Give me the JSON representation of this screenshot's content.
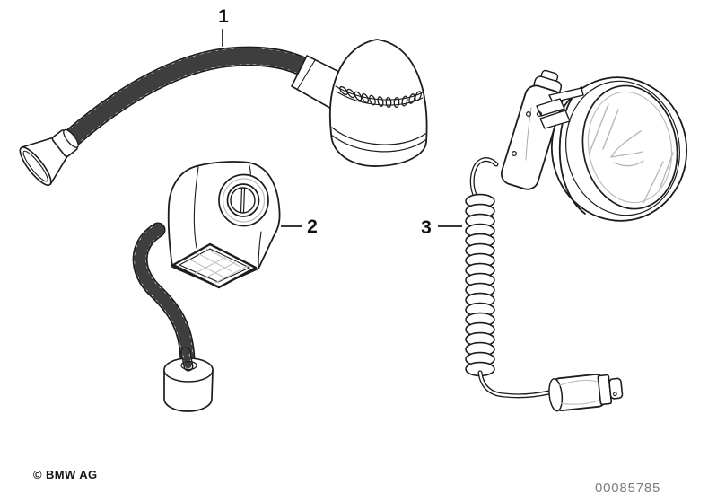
{
  "callouts": [
    {
      "id": "1",
      "label": "1"
    },
    {
      "id": "2",
      "label": "2"
    },
    {
      "id": "3",
      "label": "3"
    }
  ],
  "footer": {
    "copyright": "© BMW AG",
    "doc_number": "00085785"
  },
  "parts": [
    {
      "callout": "1",
      "icon": "flexible-gooseneck-reading-lamp-icon"
    },
    {
      "callout": "2",
      "icon": "socket-plug-in-lamp-icon"
    },
    {
      "callout": "3",
      "icon": "hand-spotlight-coiled-cable-icon"
    }
  ],
  "colors": {
    "background": "#ffffff",
    "line": "#1c1c1c",
    "muted_line": "#bdbdbd",
    "doc_number_text": "#7d7d7d"
  }
}
